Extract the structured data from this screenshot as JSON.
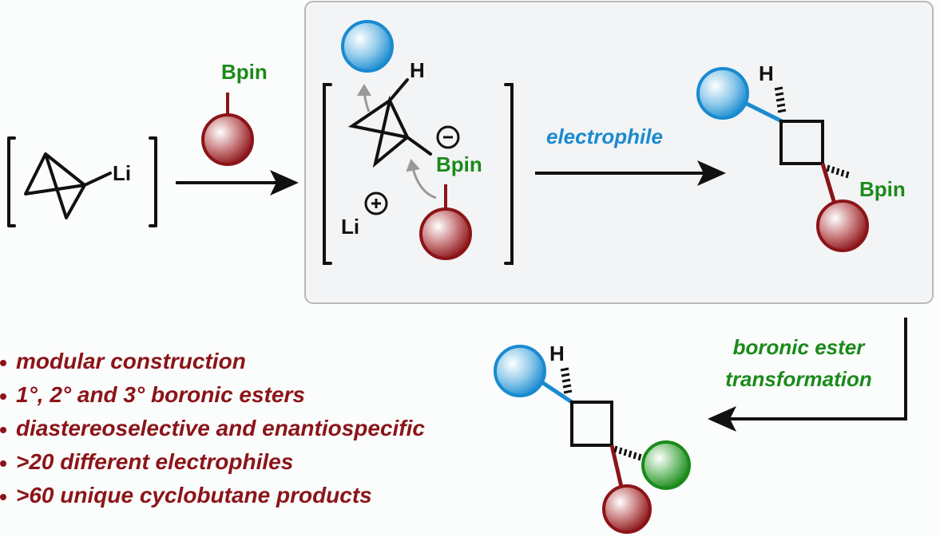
{
  "colors": {
    "blue": "#1a8ad0",
    "red": "#8b1418",
    "green": "#1a8a1a",
    "black": "#111111",
    "box_border": "#b8b8b8",
    "box_fill": "#f3f4f5"
  },
  "reagent": {
    "label": "Li"
  },
  "reagent2": {
    "label": "Bpin"
  },
  "intermediate": {
    "h_label": "H",
    "bpin_label": "Bpin",
    "minus_label": "−",
    "li_label": "Li",
    "plus_label": "+"
  },
  "step1": {
    "label": "electrophile"
  },
  "product1": {
    "h_label": "H",
    "bpin_label": "Bpin"
  },
  "step2": {
    "line1": "boronic ester",
    "line2": "transformation"
  },
  "product2": {
    "h_label": "H"
  },
  "features": [
    "modular construction",
    "1°, 2° and 3° boronic esters",
    "diastereoselective and enantiospecific",
    ">20 different electrophiles",
    ">60 unique cyclobutane products"
  ]
}
